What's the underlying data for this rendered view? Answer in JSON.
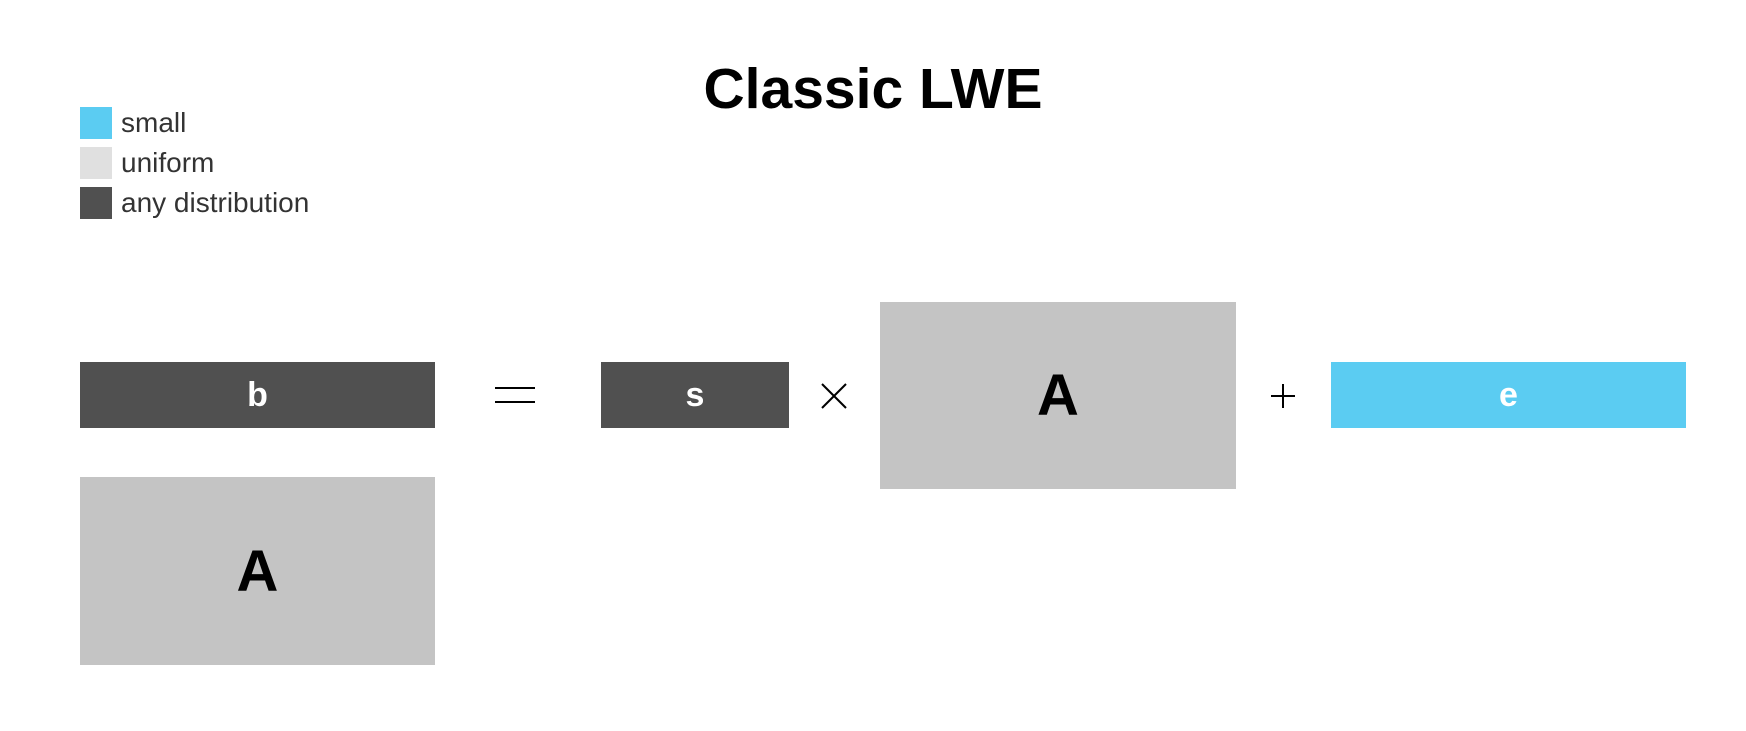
{
  "title": "Classic LWE",
  "colors": {
    "small": "#5BCCF2",
    "uniform": "#C4C4C4",
    "uniform_legend": "#E0E0E0",
    "any": "#505050",
    "light_text": "#ffffff",
    "dark_text": "#000000"
  },
  "legend": [
    {
      "label": "small",
      "color": "#5BCCF2"
    },
    {
      "label": "uniform",
      "color": "#E0E0E0"
    },
    {
      "label": "any distribution",
      "color": "#505050"
    }
  ],
  "equation": {
    "b": "b",
    "s": "s",
    "A_main": "A",
    "e": "e",
    "A_below": "A",
    "equals_icon": "equals-icon",
    "times_icon": "times-icon",
    "plus_icon": "plus-icon"
  }
}
